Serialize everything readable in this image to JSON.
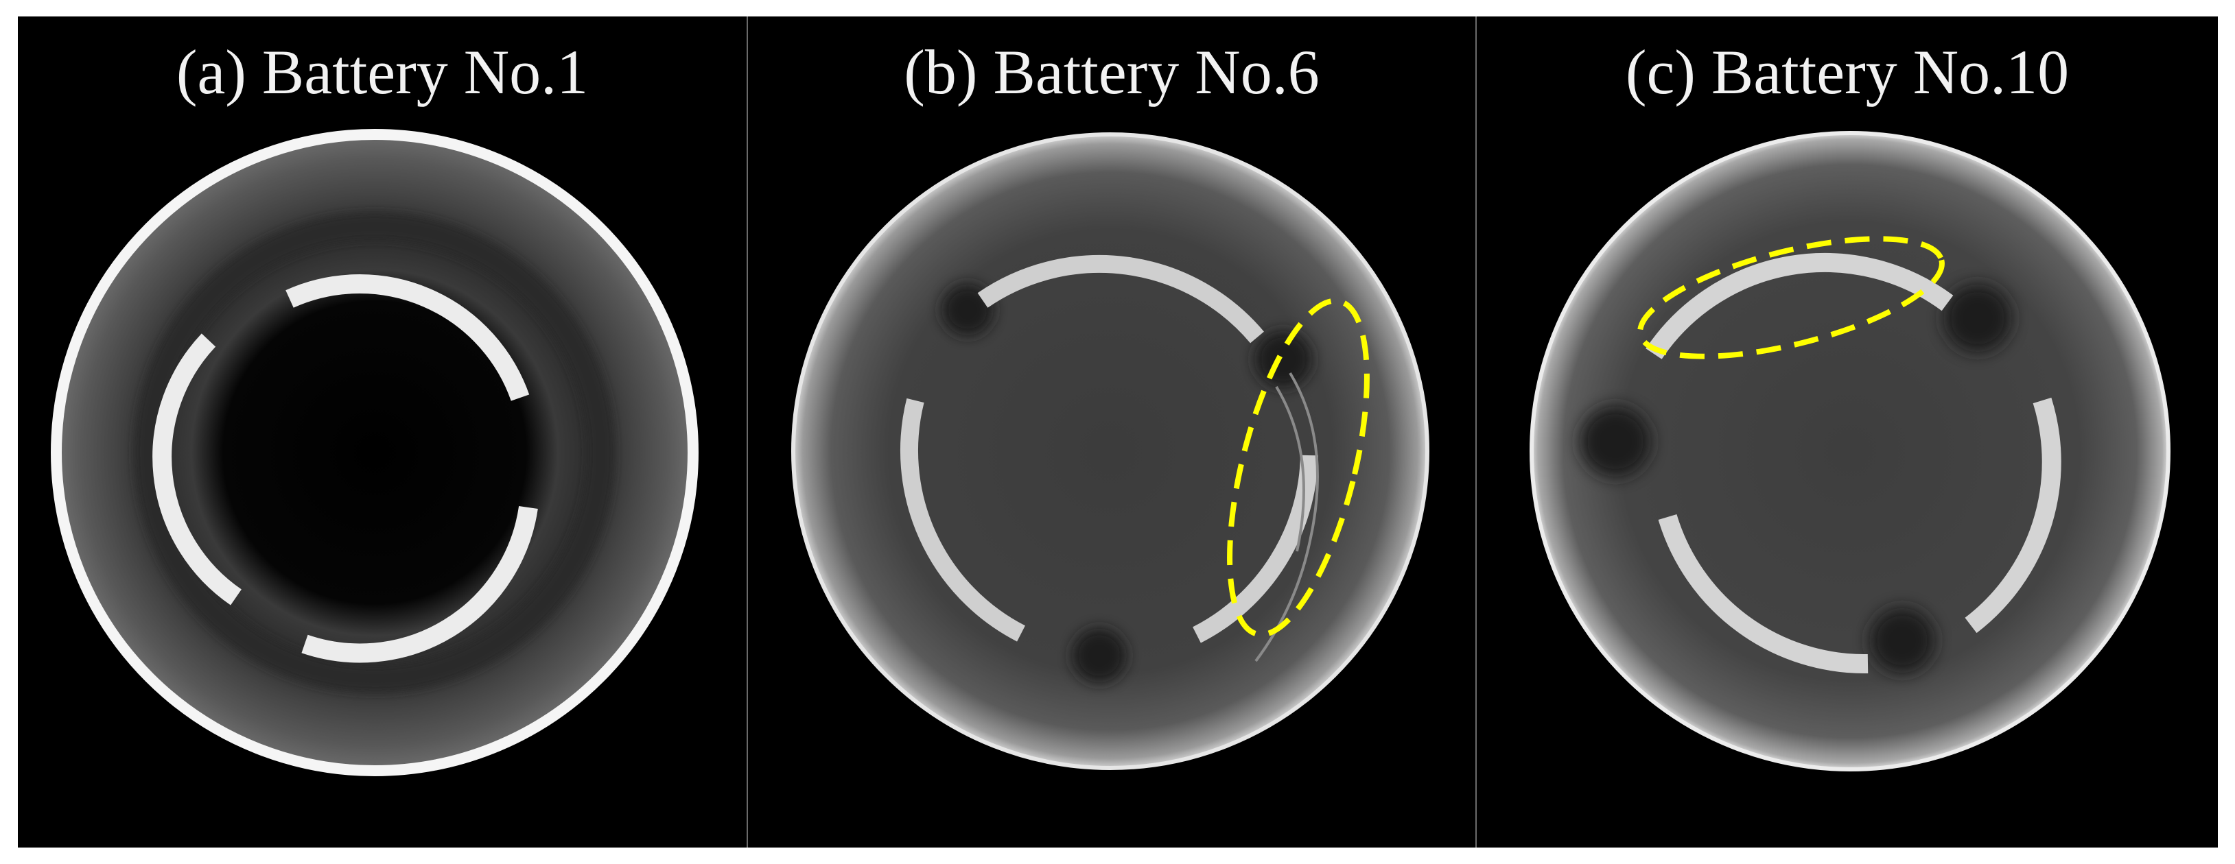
{
  "panels": [
    {
      "id": "a",
      "caption": "(a) Battery No.1"
    },
    {
      "id": "b",
      "caption": "(b) Battery No.6"
    },
    {
      "id": "c",
      "caption": "(c) Battery No.10"
    }
  ],
  "colors": {
    "background": "#000000",
    "outer_ring": "#f5f5f5",
    "electrode_tab": "#eaeaea",
    "defect_marker": "#ffff00",
    "panel_divider": "#6a6a6a"
  }
}
